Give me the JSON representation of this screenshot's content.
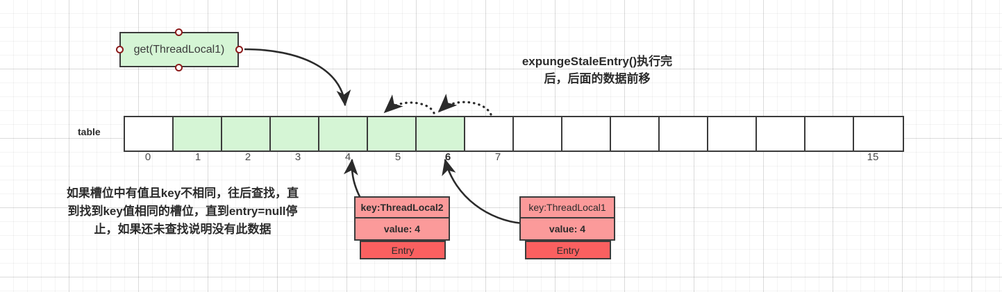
{
  "diagram": {
    "title": "ThreadLocalMap get / expungeStaleEntry",
    "heading": {
      "line1": "expungeStaleEntry()执行完",
      "line2": "后，后面的数据前移"
    },
    "get_box": {
      "label": "get(ThreadLocal1)",
      "fill": "#d5f5d5",
      "stroke": "#3b3b3b",
      "connector_color": "#8b1a1a"
    },
    "table": {
      "label": "table",
      "cell_count": 16,
      "filled_indices": [
        1,
        2,
        3,
        4,
        5,
        6
      ],
      "fill_color": "#d5f5d5",
      "empty_color": "#ffffff",
      "stroke": "#3b3b3b",
      "indices": [
        {
          "n": "0",
          "bold": false
        },
        {
          "n": "1",
          "bold": false
        },
        {
          "n": "2",
          "bold": false
        },
        {
          "n": "3",
          "bold": false
        },
        {
          "n": "4",
          "bold": false
        },
        {
          "n": "5",
          "bold": false
        },
        {
          "n": "6",
          "bold": true
        },
        {
          "n": "7",
          "bold": false
        },
        {
          "n": "15",
          "bold": false
        }
      ]
    },
    "note": {
      "line1": "如果槽位中有值且key不相同，往后查找，直",
      "line2": "到找到key值相同的槽位，直到entry=null停",
      "line3": "止，如果还未查找说明没有此数据"
    },
    "entries": [
      {
        "key": "key:ThreadLocal2",
        "key_bold": true,
        "value": "value: 4",
        "value_bold": true,
        "footer": "Entry",
        "header_color": "#fb9a9a",
        "footer_color": "#fa6060"
      },
      {
        "key": "key:ThreadLocal1",
        "key_bold": false,
        "value": "value: 4",
        "value_bold": true,
        "footer": "Entry",
        "header_color": "#fb9a9a",
        "footer_color": "#fa6060"
      }
    ],
    "arrows": [
      {
        "name": "get-to-slot4",
        "style": "solid",
        "from": "get(ThreadLocal1)",
        "to": "table slot 4"
      },
      {
        "name": "entry2-to-slot4",
        "style": "solid",
        "from": "Entry key:ThreadLocal2",
        "to": "table slot 4"
      },
      {
        "name": "entry1-to-slot6",
        "style": "solid",
        "from": "Entry key:ThreadLocal1",
        "to": "table slot 6"
      },
      {
        "name": "shift-slot6-to-slot5",
        "style": "dotted",
        "from": "table slot 6",
        "to": "table slot 5"
      },
      {
        "name": "shift-slot7-to-slot6",
        "style": "dotted",
        "from": "table slot 7",
        "to": "table slot 6"
      }
    ]
  }
}
